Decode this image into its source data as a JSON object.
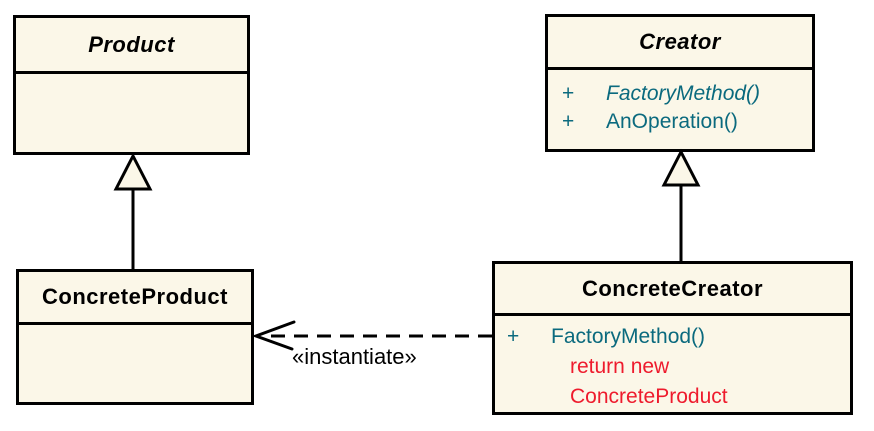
{
  "diagram_type": "uml-class-diagram",
  "classes": {
    "product": {
      "name": "Product"
    },
    "creator": {
      "name": "Creator",
      "methods": [
        {
          "visibility": "+",
          "name": "FactoryMethod()",
          "abstract": true
        },
        {
          "visibility": "+",
          "name": "AnOperation()",
          "abstract": false
        }
      ]
    },
    "concrete_product": {
      "name": "ConcreteProduct"
    },
    "concrete_creator": {
      "name": "ConcreteCreator",
      "methods": [
        {
          "visibility": "+",
          "name": "FactoryMethod()",
          "abstract": false
        }
      ],
      "annotation_lines": [
        "return new",
        "ConcreteProduct"
      ]
    }
  },
  "edges": {
    "product_generalization": "ConcreteProduct inherits Product",
    "creator_generalization": "ConcreteCreator inherits Creator",
    "instantiate_label": "«instantiate»"
  },
  "colors": {
    "box_fill": "#FBF7E8",
    "border_black": "#000000",
    "method_teal": "#0B6A7E",
    "annotation_red": "#EE1B2D"
  }
}
